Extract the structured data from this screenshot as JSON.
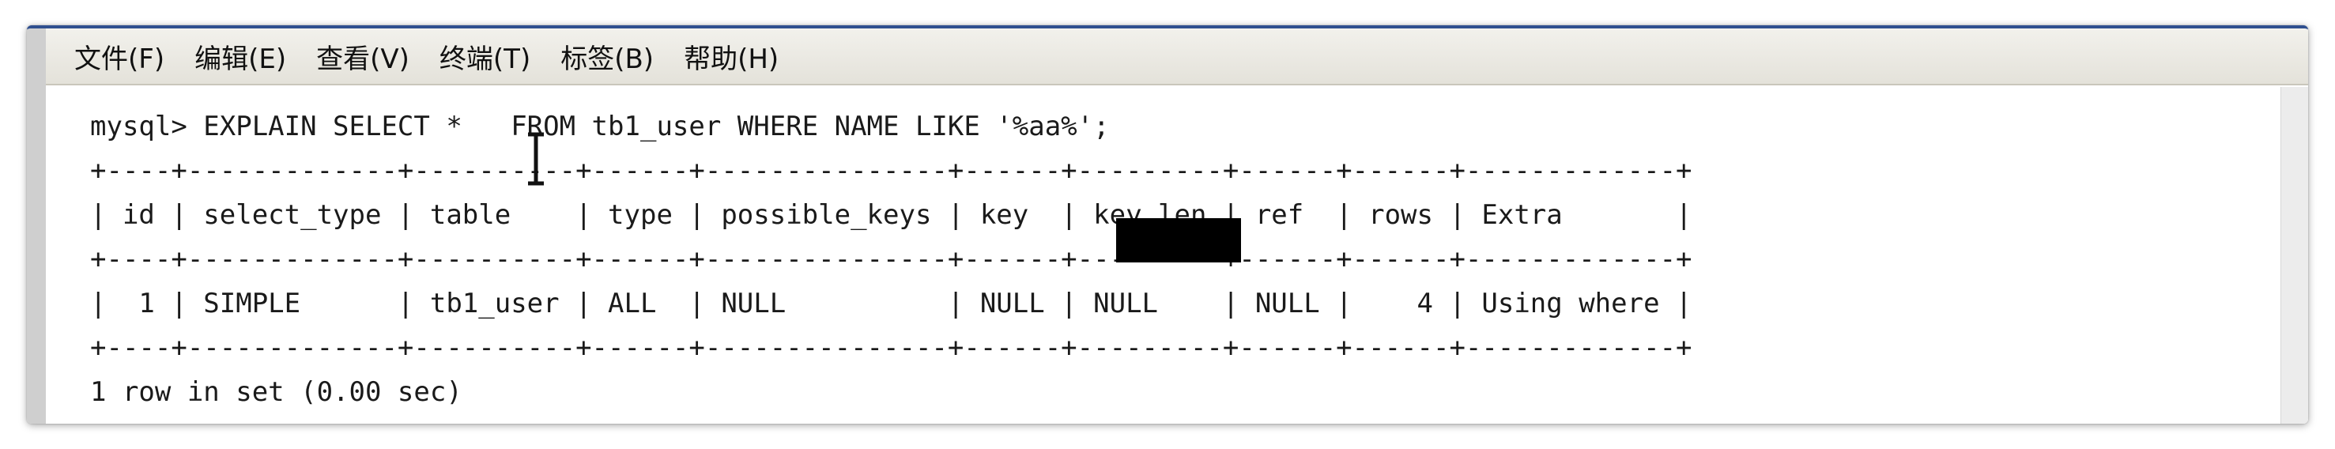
{
  "menu": {
    "items": [
      {
        "label": "文件(F)"
      },
      {
        "label": "编辑(E)"
      },
      {
        "label": "查看(V)"
      },
      {
        "label": "终端(T)"
      },
      {
        "label": "标签(B)"
      },
      {
        "label": "帮助(H)"
      }
    ]
  },
  "terminal": {
    "lines": [
      "mysql> EXPLAIN SELECT *   FROM tb1_user WHERE NAME LIKE '%aa%';",
      "+----+-------------+----------+------+---------------+------+---------+------+------+-------------+",
      "| id | select_type | table    | type | possible_keys | key  | key_len | ref  | rows | Extra       |",
      "+----+-------------+----------+------+---------------+------+---------+------+------+-------------+",
      "|  1 | SIMPLE      | tb1_user | ALL  | NULL          | NULL | NULL    | NULL |    4 | Using where |",
      "+----+-------------+----------+------+---------------+------+---------+------+------+-------------+",
      "1 row in set (0.00 sec)"
    ]
  }
}
